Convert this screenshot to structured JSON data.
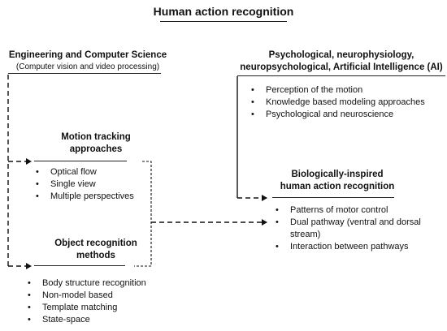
{
  "title": "Human action recognition",
  "engineering": {
    "heading": "Engineering and Computer Science",
    "subheading": "(Computer vision and video processing)"
  },
  "psychology": {
    "heading_line1": "Psychological, neurophysiology,",
    "heading_line2": "neuropsychological, Artificial Intelligence (AI)",
    "items": [
      "Perception of the motion",
      "Knowledge based modeling approaches",
      "Psychological and neuroscience"
    ]
  },
  "motion_tracking": {
    "heading_line1": "Motion tracking",
    "heading_line2": "approaches",
    "items": [
      "Optical flow",
      "Single view",
      "Multiple perspectives"
    ]
  },
  "bio": {
    "heading_line1": "Biologically-inspired",
    "heading_line2": "human action recognition",
    "items": [
      "Patterns of motor control",
      "Dual pathway (ventral and dorsal",
      "stream)",
      "Interaction between pathways"
    ]
  },
  "object_recognition": {
    "heading_line1": "Object recognition",
    "heading_line2": "methods",
    "items": [
      "Body structure recognition",
      "Non-model based",
      "Template matching",
      "State-space"
    ]
  }
}
